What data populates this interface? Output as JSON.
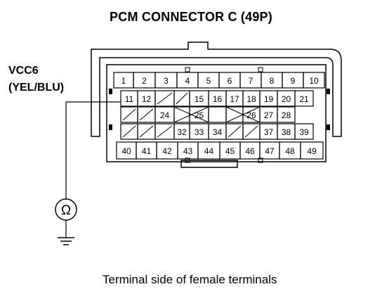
{
  "title": "PCM CONNECTOR C (49P)",
  "wire": {
    "name": "VCC6",
    "color": "(YEL/BLU)"
  },
  "meter_symbol": "Ω",
  "footer": "Terminal side of female terminals",
  "probe_terminal": "11",
  "rows": [
    [
      "1",
      "2",
      "3",
      "4",
      "5",
      "6",
      "7",
      "8",
      "9",
      "10"
    ],
    [
      "11",
      "12",
      "",
      "",
      "15",
      "16",
      "17",
      "18",
      "19",
      "20",
      "21"
    ],
    [
      "",
      "",
      "24",
      "",
      "25",
      "",
      "",
      "26",
      "27",
      "28"
    ],
    [
      "",
      "",
      "",
      "32",
      "33",
      "34",
      "",
      "",
      "37",
      "38",
      "39"
    ],
    [
      "40",
      "41",
      "42",
      "43",
      "44",
      "45",
      "46",
      "47",
      "48",
      "49"
    ]
  ]
}
